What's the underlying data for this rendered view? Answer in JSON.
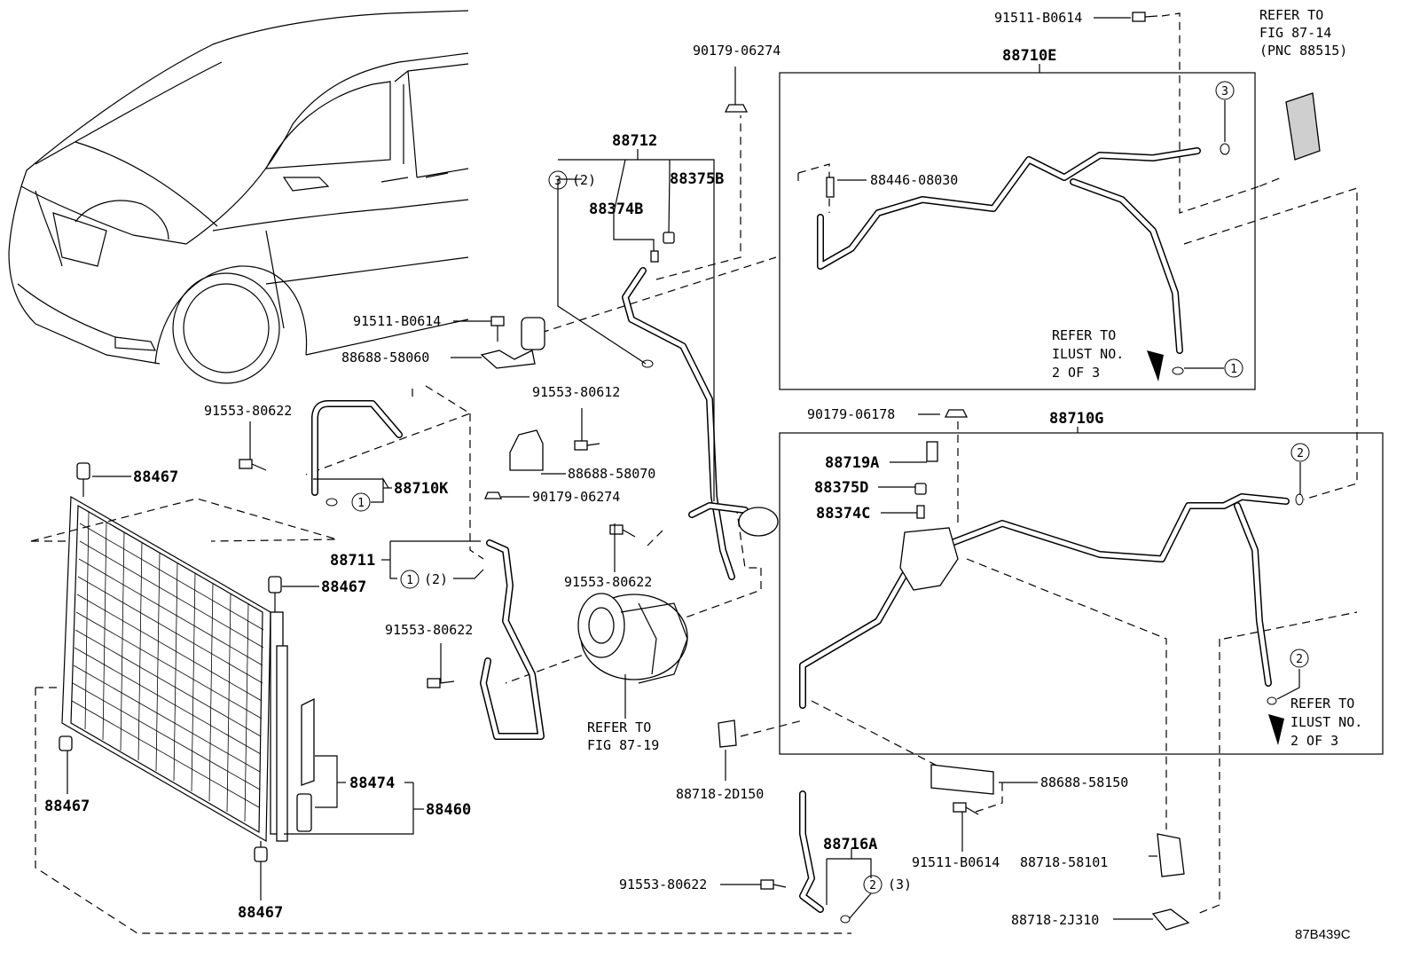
{
  "diagram_code": "87B439C",
  "assemblies": {
    "a_88712": "88712",
    "a_88711": "88711",
    "a_88710K": "88710K",
    "a_88710E": "88710E",
    "a_88710G": "88710G",
    "a_88716A": "88716A",
    "a_88474": "88474",
    "a_88460": "88460"
  },
  "parts": {
    "p_90179_06274_top": "90179-06274",
    "p_88375B": "88375B",
    "p_88374B": "88374B",
    "p_91511_B0614_left": "91511-B0614",
    "p_88688_58060": "88688-58060",
    "p_91553_80612": "91553-80612",
    "p_88688_58070": "88688-58070",
    "p_90179_06274_mid": "90179-06274",
    "p_91553_80622_a": "91553-80622",
    "p_91553_80622_b": "91553-80622",
    "p_91553_80622_c": "91553-80622",
    "p_91553_80622_d": "91553-80622",
    "p_88467_a": "88467",
    "p_88467_b": "88467",
    "p_88467_c": "88467",
    "p_88467_d": "88467",
    "p_91511_B0614_top": "91511-B0614",
    "p_88446_08030": "88446-08030",
    "p_90179_06178": "90179-06178",
    "p_88719A": "88719A",
    "p_88375D": "88375D",
    "p_88374C": "88374C",
    "p_88718_2D150": "88718-2D150",
    "p_88688_58150": "88688-58150",
    "p_91511_B0614_bot": "91511-B0614",
    "p_88718_58101": "88718-58101",
    "p_88718_2J310": "88718-2J310"
  },
  "notes": {
    "refer_fig_87_14": [
      "REFER TO",
      "FIG 87-14",
      "(PNC 88515)"
    ],
    "refer_fig_87_19": [
      "REFER TO",
      "FIG 87-19"
    ],
    "refer_ilust_top": [
      "REFER TO",
      "ILUST NO.",
      "2 OF 3"
    ],
    "refer_ilust_bot": [
      "REFER TO",
      "ILUST NO.",
      "2 OF 3"
    ]
  },
  "callouts": {
    "c1": "1",
    "c2": "2",
    "c3": "3",
    "qty_3_2": "(2)",
    "qty_1_2": "(2)",
    "qty_2_3": "(3)"
  }
}
